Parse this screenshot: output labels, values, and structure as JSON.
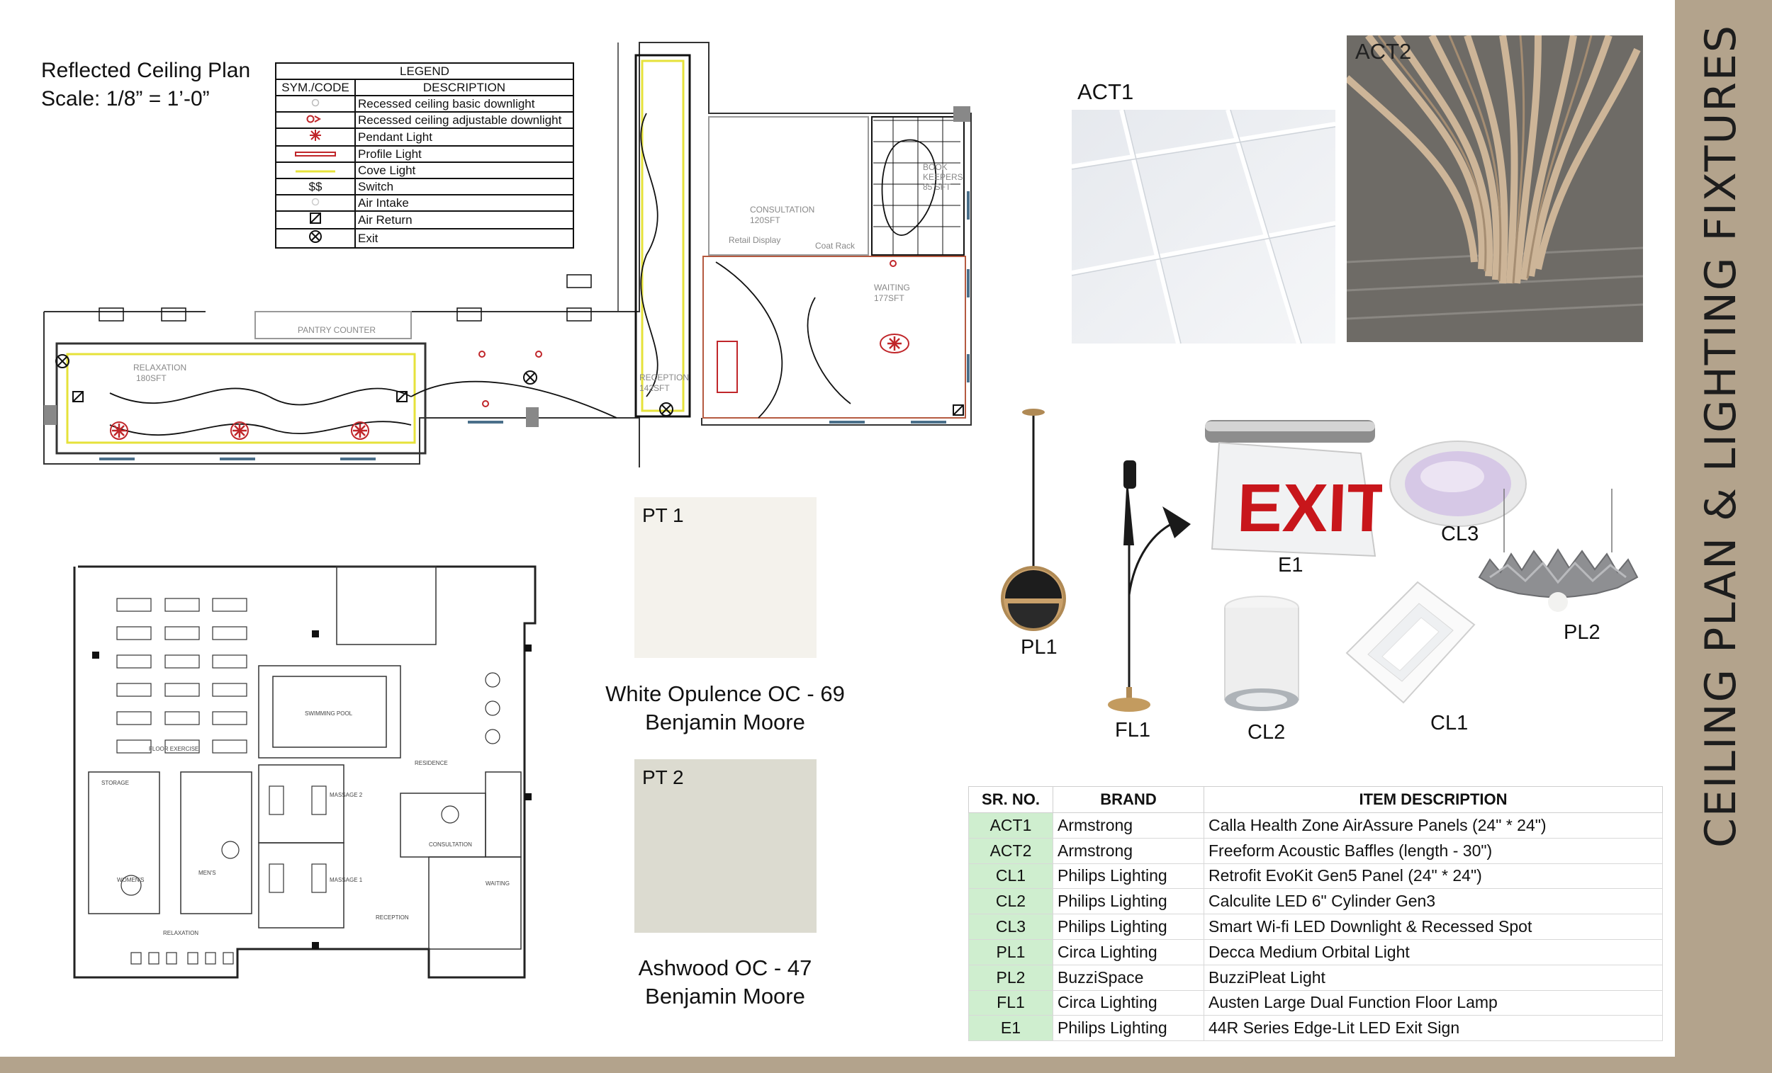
{
  "page_title": "CEILING PLAN & LIGHTING FIXTURES",
  "plan": {
    "title": "Reflected Ceiling Plan",
    "scale": "Scale: 1/8” = 1’-0”",
    "rooms": {
      "relaxation": "RELAXATION",
      "relaxation_area": "180SFT",
      "pantry": "PANTRY COUNTER",
      "reception": "RECEPTION",
      "reception_area": "142SFT",
      "consultation": "CONSULTATION",
      "consultation_area": "120SFT",
      "retail": "Retail Display",
      "coat": "Coat Rack",
      "book": "BOOK",
      "keepers": "KEEPERS",
      "book_area": "85 SFT",
      "waiting": "WAITING",
      "waiting_area": "177SFT"
    }
  },
  "legend": {
    "title": "LEGEND",
    "col_code": "SYM./CODE",
    "col_desc": "DESCRIPTION",
    "items": [
      {
        "symbol": "basic-downlight",
        "desc": "Recessed ceiling basic downlight"
      },
      {
        "symbol": "adjustable-downlight",
        "desc": "Recessed ceiling adjustable downlight"
      },
      {
        "symbol": "pendant-light",
        "desc": "Pendant Light"
      },
      {
        "symbol": "profile-light",
        "desc": "Profile Light"
      },
      {
        "symbol": "cove-light",
        "desc": "Cove Light"
      },
      {
        "symbol": "$$",
        "desc": "Switch"
      },
      {
        "symbol": "air-intake",
        "desc": "Air Intake"
      },
      {
        "symbol": "air-return",
        "desc": "Air Return"
      },
      {
        "symbol": "exit",
        "desc": "Exit"
      }
    ]
  },
  "paints": [
    {
      "code": "PT 1",
      "name": "White Opulence OC - 69",
      "brand": "Benjamin Moore",
      "color": "#f4f2ec"
    },
    {
      "code": "PT 2",
      "name": "Ashwood OC - 47",
      "brand": "Benjamin Moore",
      "color": "#dcdbd0"
    }
  ],
  "ceilings": [
    {
      "code": "ACT1"
    },
    {
      "code": "ACT2"
    }
  ],
  "fixtures": {
    "pl1": "PL1",
    "fl1": "FL1",
    "e1": "E1",
    "e1_sign": "EXIT",
    "cl3": "CL3",
    "cl2": "CL2",
    "cl1": "CL1",
    "pl2": "PL2"
  },
  "schedule": {
    "headers": [
      "SR. NO.",
      "BRAND",
      "ITEM DESCRIPTION"
    ],
    "rows": [
      {
        "code": "ACT1",
        "brand": "Armstrong",
        "item": "Calla Health Zone AirAssure Panels (24\" * 24\")"
      },
      {
        "code": "ACT2",
        "brand": "Armstrong",
        "item": "Freeform Acoustic Baffles (length - 30\")"
      },
      {
        "code": "CL1",
        "brand": "Philips Lighting",
        "item": "Retrofit EvoKit Gen5 Panel (24\" * 24\")"
      },
      {
        "code": "CL2",
        "brand": "Philips Lighting",
        "item": "Calculite LED 6\" Cylinder Gen3"
      },
      {
        "code": "CL3",
        "brand": "Philips Lighting",
        "item": "Smart Wi-fi LED Downlight & Recessed Spot"
      },
      {
        "code": "PL1",
        "brand": "Circa Lighting",
        "item": "Decca Medium Orbital Light"
      },
      {
        "code": "PL2",
        "brand": "BuzziSpace",
        "item": "BuzziPleat Light"
      },
      {
        "code": "FL1",
        "brand": "Circa Lighting",
        "item": "Austen Large Dual Function Floor Lamp"
      },
      {
        "code": "E1",
        "brand": "Philips Lighting",
        "item": "44R Series Edge-Lit LED Exit Sign"
      }
    ]
  },
  "floorplan": {
    "pool": "SWIMMING POOL",
    "floor_exercise": "FLOOR EXERCISE",
    "residence": "RESIDENCE",
    "massage1": "MASSAGE 1",
    "massage2": "MASSAGE 2",
    "consultation": "CONSULTATION",
    "waiting": "WAITING",
    "reception": "RECEPTION",
    "relaxation": "RELAXATION",
    "storage": "STORAGE",
    "mens": "MEN'S",
    "womens": "WOMEN'S"
  }
}
